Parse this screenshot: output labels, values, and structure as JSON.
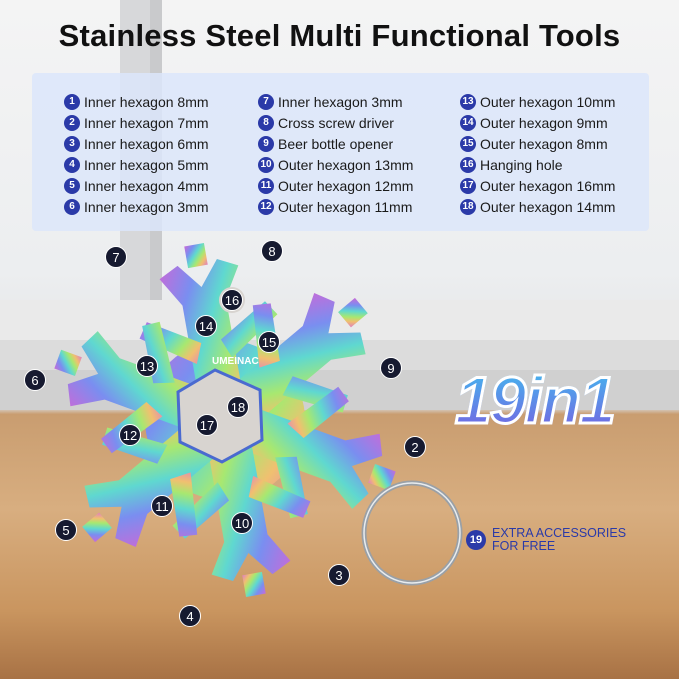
{
  "title": "Stainless Steel Multi Functional Tools",
  "features": [
    {
      "num": "1",
      "label": "Inner hexagon 8mm"
    },
    {
      "num": "2",
      "label": "Inner hexagon 7mm"
    },
    {
      "num": "3",
      "label": "Inner hexagon 6mm"
    },
    {
      "num": "4",
      "label": "Inner hexagon 5mm"
    },
    {
      "num": "5",
      "label": "Inner hexagon 4mm"
    },
    {
      "num": "6",
      "label": "Inner hexagon 3mm"
    },
    {
      "num": "7",
      "label": "Inner hexagon 3mm"
    },
    {
      "num": "8",
      "label": "Cross screw driver"
    },
    {
      "num": "9",
      "label": "Beer bottle opener"
    },
    {
      "num": "10",
      "label": "Outer hexagon 13mm"
    },
    {
      "num": "11",
      "label": "Outer hexagon 12mm"
    },
    {
      "num": "12",
      "label": "Outer hexagon 11mm"
    },
    {
      "num": "13",
      "label": "Outer hexagon 10mm"
    },
    {
      "num": "14",
      "label": "Outer hexagon 9mm"
    },
    {
      "num": "15",
      "label": "Outer hexagon 8mm"
    },
    {
      "num": "16",
      "label": "Hanging hole"
    },
    {
      "num": "17",
      "label": "Outer hexagon 16mm"
    },
    {
      "num": "18",
      "label": "Outer hexagon 14mm"
    }
  ],
  "brand": "UMEINAC",
  "badge_text": "19in1",
  "accessory": {
    "num": "19",
    "line1": "EXTRA ACCESSORIES",
    "line2": "FOR FREE"
  },
  "colors": {
    "badge": "#2b3aa8",
    "marker": "#161a30"
  }
}
